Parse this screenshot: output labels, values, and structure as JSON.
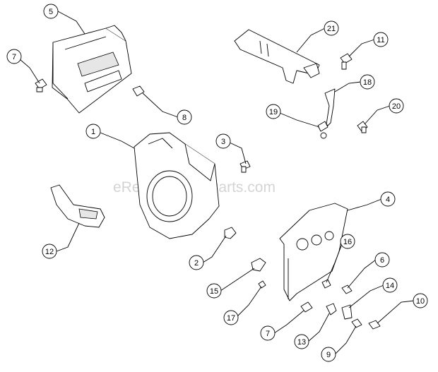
{
  "watermark": "eReplacementParts.com",
  "callouts": [
    {
      "id": "c1",
      "label": "1"
    },
    {
      "id": "c2",
      "label": "2"
    },
    {
      "id": "c3",
      "label": "3"
    },
    {
      "id": "c4",
      "label": "4"
    },
    {
      "id": "c5",
      "label": "5"
    },
    {
      "id": "c6",
      "label": "6"
    },
    {
      "id": "c7a",
      "label": "7"
    },
    {
      "id": "c7b",
      "label": "7"
    },
    {
      "id": "c8",
      "label": "8"
    },
    {
      "id": "c9",
      "label": "9"
    },
    {
      "id": "c10",
      "label": "10"
    },
    {
      "id": "c11",
      "label": "11"
    },
    {
      "id": "c12",
      "label": "12"
    },
    {
      "id": "c13",
      "label": "13"
    },
    {
      "id": "c14",
      "label": "14"
    },
    {
      "id": "c15",
      "label": "15"
    },
    {
      "id": "c16",
      "label": "16"
    },
    {
      "id": "c17",
      "label": "17"
    },
    {
      "id": "c18",
      "label": "18"
    },
    {
      "id": "c19",
      "label": "19"
    },
    {
      "id": "c20",
      "label": "20"
    },
    {
      "id": "c21",
      "label": "21"
    }
  ]
}
